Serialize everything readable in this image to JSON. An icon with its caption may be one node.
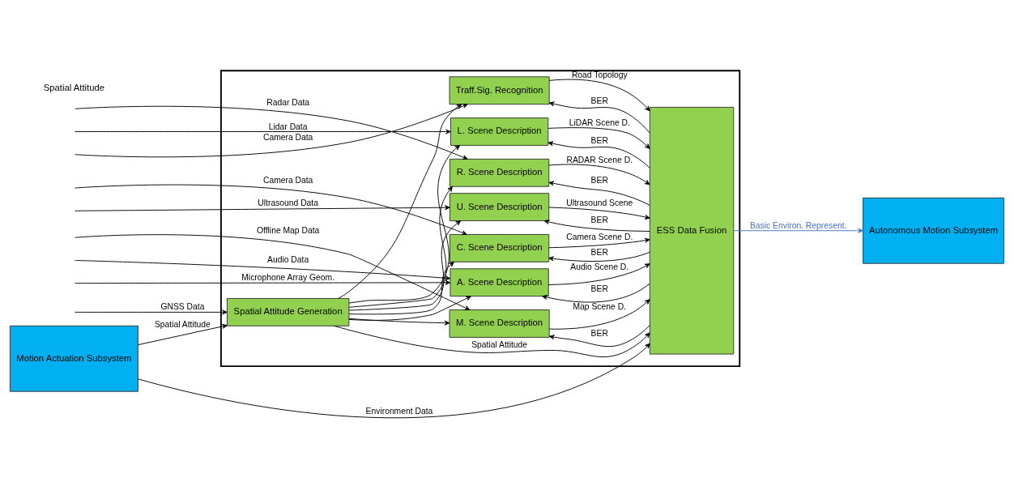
{
  "diagram": {
    "nodes": [
      {
        "text": [],
        "shape": "box"
      },
      {
        "text": [
          "R. Scene Description"
        ],
        "in": 0
      },
      {
        "text": [
          "L. Scene Description"
        ],
        "in": 0
      },
      {
        "text": [
          "Traff.Sig. Recognition"
        ],
        "in": 0
      },
      {
        "text": [
          "C. Scene Description"
        ],
        "in": 0
      },
      {
        "text": [
          "U. Scene Description"
        ],
        "in": 0
      },
      {
        "text": [
          "M. Scene Description"
        ],
        "in": 0
      },
      {
        "text": [
          "A. Scene Description"
        ],
        "in": 0
      },
      {
        "text": [
          "Spatial Attitude Generation"
        ],
        "in": 0
      },
      {
        "text": [
          "ESS Data Fusion"
        ],
        "in": 0
      },
      {
        "text": [
          "Motion Actuation Subsystem"
        ]
      },
      {
        "text": [
          "Autonomous Motion Subsystem"
        ]
      }
    ],
    "edges": [
      {
        "from": null,
        "to": 1,
        "arrow": "to",
        "label": "Radar Data"
      },
      {
        "from": null,
        "to": 2,
        "arrow": "to",
        "label": "Lidar Data"
      },
      {
        "from": null,
        "to": 3,
        "arrow": "to",
        "label": "Camera Data"
      },
      {
        "from": null,
        "to": 4,
        "arrow": "to",
        "label": "Camera Data"
      },
      {
        "from": null,
        "to": 5,
        "arrow": "to",
        "label": "Ultrasound Data"
      },
      {
        "from": null,
        "to": 6,
        "arrow": "to",
        "label": "Offline Map Data"
      },
      {
        "from": null,
        "to": 7,
        "arrow": "to",
        "label": "Audio Data"
      },
      {
        "from": null,
        "to": 7,
        "arrow": "to",
        "label": "Microphone Array Geom."
      },
      {
        "from": null,
        "to": 8,
        "arrow": "to",
        "label": "GNSS Data"
      },
      {
        "from": 10,
        "to": 8,
        "arrow": "to",
        "label": "Spatial Attitude"
      },
      {
        "from": 8,
        "to": 1,
        "arrow": "to"
      },
      {
        "from": 8,
        "to": 2,
        "arrow": "to"
      },
      {
        "from": 8,
        "to": 3,
        "arrow": "to"
      },
      {
        "from": 8,
        "to": 4,
        "arrow": "to"
      },
      {
        "from": 8,
        "to": 5,
        "arrow": "to"
      },
      {
        "from": 8,
        "to": 6,
        "arrow": "to"
      },
      {
        "from": 8,
        "to": 7,
        "arrow": "to"
      },
      {
        "from": 8,
        "to": 9,
        "arrow": "to",
        "label": "Spatial Attitude"
      },
      {
        "from": 1,
        "to": 9,
        "arrow": "to",
        "label": "RADAR Scene D."
      },
      {
        "from": 9,
        "to": 1,
        "arrow": "to",
        "label": "BER"
      },
      {
        "from": 2,
        "to": 9,
        "arrow": "to",
        "label": "LiDAR Scene D."
      },
      {
        "from": 9,
        "to": 2,
        "arrow": "to",
        "label": "BER"
      },
      {
        "from": 3,
        "to": 9,
        "arrow": "to",
        "label": "Road Topology"
      },
      {
        "from": 9,
        "to": 3,
        "arrow": "to",
        "label": "BER"
      },
      {
        "from": 4,
        "to": 9,
        "arrow": "to",
        "label": "Camera Scene D."
      },
      {
        "from": 9,
        "to": 4,
        "arrow": "to",
        "label": "BER"
      },
      {
        "from": 5,
        "to": 9,
        "arrow": "to",
        "label": "Ultrasound Scene"
      },
      {
        "from": 9,
        "to": 5,
        "arrow": "to",
        "label": "BER"
      },
      {
        "from": 6,
        "to": 9,
        "arrow": "to",
        "label": "Map Scene D."
      },
      {
        "from": 9,
        "to": 6,
        "arrow": "to",
        "label": "BER"
      },
      {
        "from": 7,
        "to": 9,
        "arrow": "to",
        "label": "Audio Scene D."
      },
      {
        "from": 9,
        "to": 7,
        "arrow": "to",
        "label": "BER"
      },
      {
        "from": 10,
        "to": 9,
        "arrow": "to",
        "label": "Environment Data"
      },
      {
        "from": 9,
        "to": 11,
        "arrow": "to",
        "label": "Basic Environ. Represent.",
        "color": "#4472c4"
      }
    ],
    "labels": [
      "Spatial Attitude"
    ]
  }
}
